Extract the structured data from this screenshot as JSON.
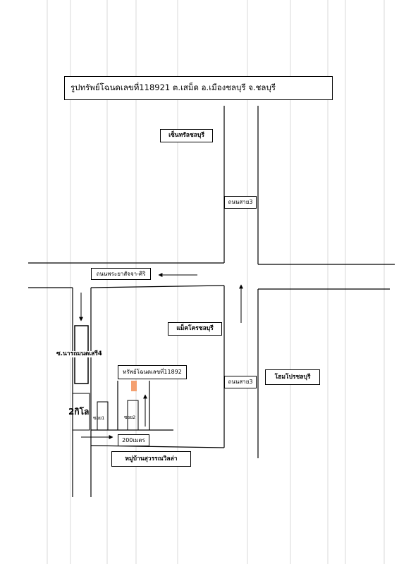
{
  "title": "รูปทรัพย์โฉนดเลขที่118921 ต.เสม็ด อ.เมืองชลบุรี จ.ชลบุรี",
  "landmarks": {
    "central": "เซ็นทรัลชลบุรี",
    "makro": "แม็คโครชลบุรี",
    "homepro": "โฮมโปรชลบุรี",
    "village": "หมู่บ้านสุวรรณวิลล่า"
  },
  "roads": {
    "road3_top": "ถนนสาย3",
    "road3_bottom": "ถนนสาย3",
    "phraya": "ถนนพระยาสัจจา-ศิริ",
    "soi_narot": "ซ.นารถมนตเสรี4",
    "soi1": "ซอย1",
    "soi2": "ซอย2"
  },
  "property_label": "ทรัพย์โฉนดเลขที่11892",
  "distance_200m": "200เมตร",
  "distance_2km": "2กิโล",
  "colors": {
    "property_marker": "#f4a070",
    "line": "#000000",
    "faint": "#cfcfcf"
  }
}
